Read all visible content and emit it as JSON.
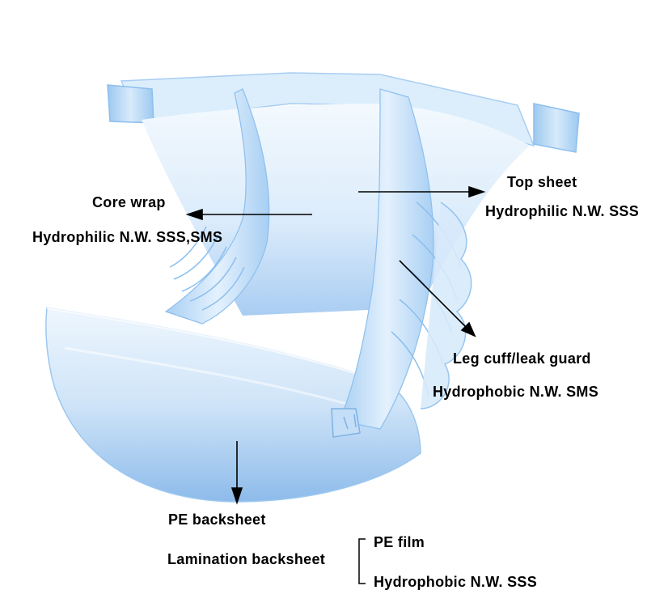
{
  "labels": {
    "core_wrap": "Core wrap",
    "core_wrap_material": "Hydrophilic N.W. SSS,SMS",
    "top_sheet": "Top sheet",
    "top_sheet_material": "Hydrophilic N.W. SSS",
    "leg_cuff": "Leg cuff/leak guard",
    "leg_cuff_material": "Hydrophobic N.W. SMS",
    "pe_backsheet": "PE backsheet",
    "lamination_backsheet": "Lamination backsheet",
    "pe_film": "PE film",
    "lamination_material": "Hydrophobic N.W. SSS"
  },
  "colors": {
    "diaper_light": "#eaf4fd",
    "diaper_mid": "#bfdcf6",
    "diaper_dark": "#7fb2e6",
    "text": "#000000"
  }
}
